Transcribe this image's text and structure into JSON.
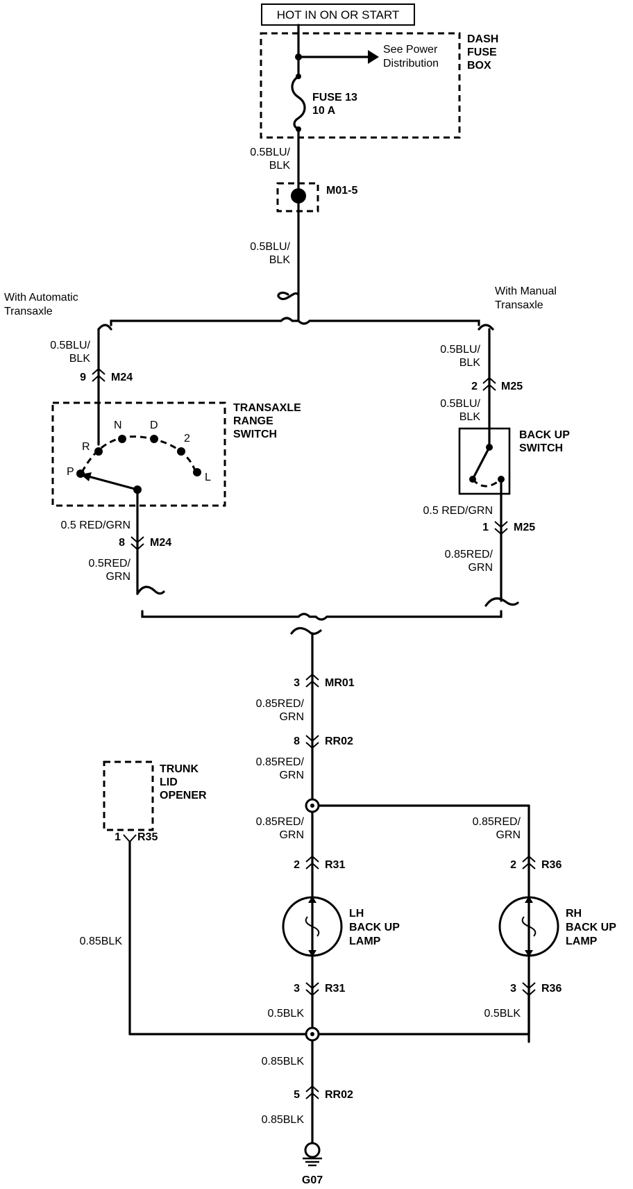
{
  "power": {
    "source": "HOT IN ON OR START",
    "fuse_box_line1": "DASH",
    "fuse_box_line2": "FUSE",
    "fuse_box_line3": "BOX",
    "power_dist_line1": "See Power",
    "power_dist_line2": "Distribution",
    "fuse_name": "FUSE 13",
    "fuse_rating": "10 A"
  },
  "wires": {
    "w1a": "0.5BLU/",
    "w1b": "BLK",
    "w2a": "0.5BLU/",
    "w2b": "BLK",
    "auto_in_a": "0.5BLU/",
    "auto_in_b": "BLK",
    "auto_out": "0.5 RED/GRN",
    "auto_out2a": "0.5RED/",
    "auto_out2b": "GRN",
    "man_in_a": "0.5BLU/",
    "man_in_b": "BLK",
    "man_in2a": "0.5BLU/",
    "man_in2b": "BLK",
    "man_out": "0.5 RED/GRN",
    "man_out2a": "0.85RED/",
    "man_out2b": "GRN",
    "mr01_a": "0.85RED/",
    "mr01_b": "GRN",
    "rr02_a": "0.85RED/",
    "rr02_b": "GRN",
    "lh_in_a": "0.85RED/",
    "lh_in_b": "GRN",
    "rh_in_a": "0.85RED/",
    "rh_in_b": "GRN",
    "trunk_gnd": "0.85BLK",
    "lh_gnd": "0.5BLK",
    "rh_gnd": "0.5BLK",
    "main_gnd1": "0.85BLK",
    "main_gnd2": "0.85BLK"
  },
  "connectors": {
    "m01": "M01-5",
    "m24_top_pin": "9",
    "m24_top": "M24",
    "m24_bot_pin": "8",
    "m24_bot": "M24",
    "m25_top_pin": "2",
    "m25_top": "M25",
    "m25_bot_pin": "1",
    "m25_bot": "M25",
    "mr01_pin": "3",
    "mr01": "MR01",
    "rr02_pin": "8",
    "rr02": "RR02",
    "r35_pin": "1",
    "r35": "R35",
    "r31_top_pin": "2",
    "r31_top": "R31",
    "r31_bot_pin": "3",
    "r31_bot": "R31",
    "r36_top_pin": "2",
    "r36_top": "R36",
    "r36_bot_pin": "3",
    "r36_bot": "R36",
    "rr02_gnd_pin": "5",
    "rr02_gnd": "RR02",
    "ground": "G07"
  },
  "components": {
    "auto_a": "With Automatic",
    "auto_b": "Transaxle",
    "manual_a": "With Manual",
    "manual_b": "Transaxle",
    "trs_1": "TRANSAXLE",
    "trs_2": "RANGE",
    "trs_3": "SWITCH",
    "pos_p": "P",
    "pos_r": "R",
    "pos_n": "N",
    "pos_d": "D",
    "pos_2": "2",
    "pos_l": "L",
    "bus_1": "BACK UP",
    "bus_2": "SWITCH",
    "trunk_1": "TRUNK",
    "trunk_2": "LID",
    "trunk_3": "OPENER",
    "lh_1": "LH",
    "lh_2": "BACK UP",
    "lh_3": "LAMP",
    "rh_1": "RH",
    "rh_2": "BACK UP",
    "rh_3": "LAMP"
  }
}
